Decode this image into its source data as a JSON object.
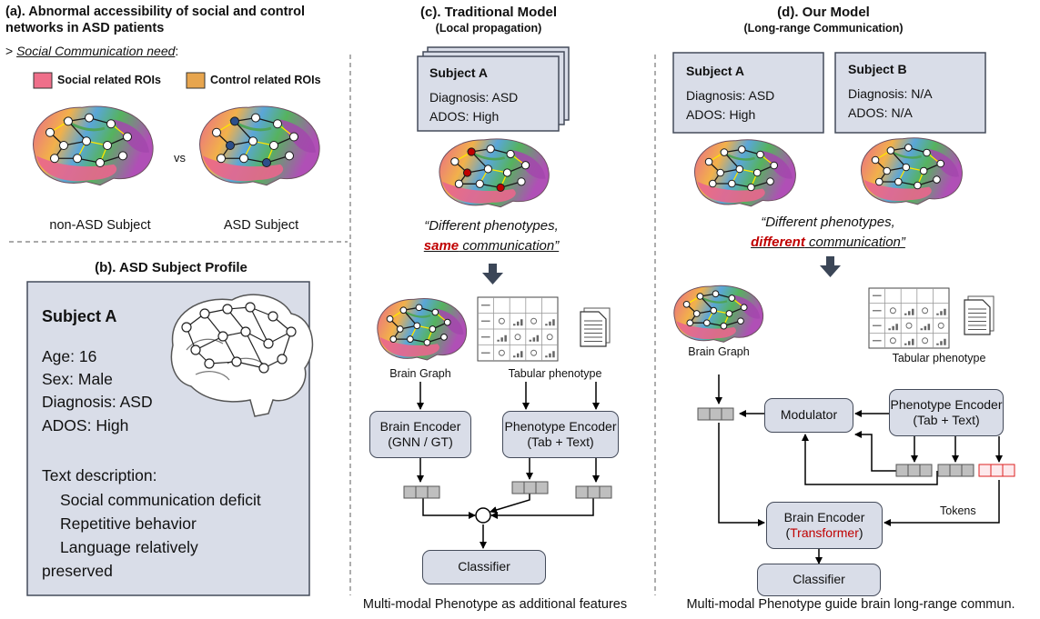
{
  "panel_a": {
    "title_line1": "(a). Abnormal accessibility of social and control",
    "title_line2": "networks in ASD patients",
    "need_prefix": ">",
    "need_label": "Social Communication need",
    "need_suffix": ":",
    "legend_social": "Social related ROIs",
    "legend_control": "Control related ROIs",
    "vs": "vs",
    "non_asd_label": "non-ASD Subject",
    "asd_label": "ASD Subject",
    "colors": {
      "social": "#ef6f8a",
      "control": "#e7a54e"
    }
  },
  "panel_b": {
    "title": "(b). ASD Subject Profile",
    "subject": "Subject A",
    "age": "Age: 16",
    "sex": "Sex: Male",
    "diagnosis": "Diagnosis: ASD",
    "ados": "ADOS: High",
    "text_desc": "Text description:",
    "desc1": "Social communication deficit",
    "desc2": "Repetitive behavior",
    "desc3a": "Language relatively",
    "desc3b": "preserved"
  },
  "panel_c": {
    "title": "(c). Traditional Model",
    "subtitle": "(Local propagation)",
    "subject": "Subject A",
    "diagnosis": "Diagnosis: ASD",
    "ados": "ADOS: High",
    "quote_a": "“Different phenotypes,",
    "quote_red": "same",
    "quote_b": " communication”",
    "brain_graph": "Brain Graph",
    "tabular": "Tabular phenotype",
    "brain_encoder_1": "Brain Encoder",
    "brain_encoder_2": "(GNN / GT)",
    "pheno_encoder_1": "Phenotype Encoder",
    "pheno_encoder_2": "(Tab + Text)",
    "plus": "+",
    "classifier": "Classifier",
    "caption": "Multi-modal Phenotype as additional features"
  },
  "panel_d": {
    "title": "(d). Our Model",
    "subtitle": "(Long-range Communication)",
    "subject_a": "Subject A",
    "diag_a": "Diagnosis: ASD",
    "ados_a": "ADOS: High",
    "subject_b": "Subject B",
    "diag_b": "Diagnosis: N/A",
    "ados_b": "ADOS: N/A",
    "quote_a": "“Different phenotypes,",
    "quote_red": "different",
    "quote_b": " communication”",
    "brain_graph": "Brain Graph",
    "tabular": "Tabular phenotype",
    "modulator": "Modulator",
    "pheno_encoder_1": "Phenotype Encoder",
    "pheno_encoder_2": "(Tab + Text)",
    "brain_encoder_1": "Brain Encoder",
    "brain_encoder_paren_open": "(",
    "brain_encoder_2": "Transformer",
    "brain_encoder_paren_close": ")",
    "tokens": "Tokens",
    "classifier": "Classifier",
    "caption": "Multi-modal Phenotype guide brain long-range commun."
  },
  "colors": {
    "box_fill": "#d9dde8",
    "box_stroke": "#444b5a",
    "accent_red": "#c00000",
    "token_fill": "#bfbfbf",
    "arrow_dark": "#3b4657"
  }
}
